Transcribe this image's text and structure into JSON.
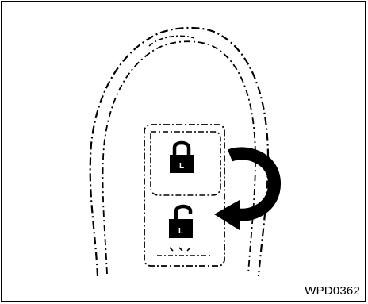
{
  "figure": {
    "code": "WPD0362",
    "ink_color": "#000000",
    "background_color": "#ffffff"
  },
  "buttons": {
    "lock": {
      "icon": "padlock-closed-icon",
      "letter": "L"
    },
    "unlock": {
      "icon": "padlock-open-icon",
      "letter": "L"
    }
  },
  "arrow": {
    "icon": "curved-arrow-icon"
  }
}
